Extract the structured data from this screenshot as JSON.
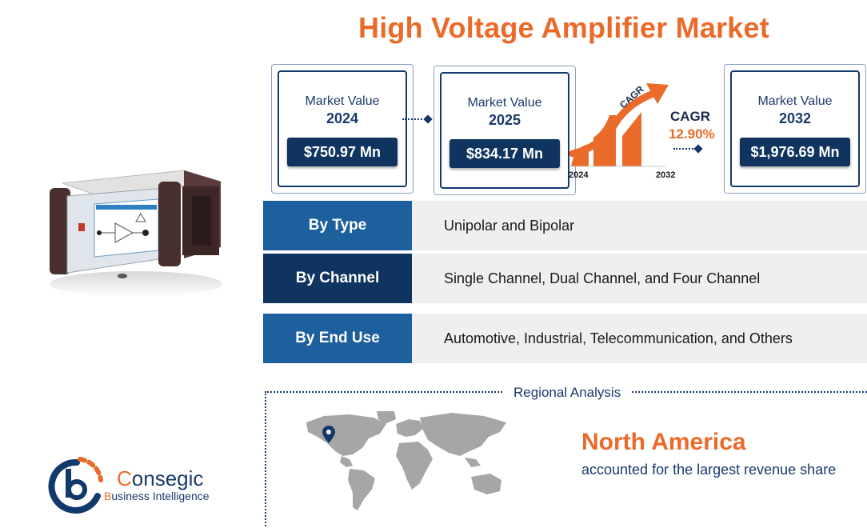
{
  "title": "High Voltage Amplifier Market",
  "market_values": [
    {
      "label": "Market Value",
      "year": "2024",
      "value": "$750.97 Mn"
    },
    {
      "label": "Market Value",
      "year": "2025",
      "value": "$834.17 Mn"
    },
    {
      "label": "Market Value",
      "year": "2032",
      "value": "$1,976.69 Mn"
    }
  ],
  "cagr": {
    "arrow_text": "CAGR",
    "label": "CAGR",
    "value": "12.90%",
    "start_year": "2024",
    "end_year": "2032"
  },
  "segments": [
    {
      "key": "By Type",
      "value": "Unipolar and Bipolar",
      "color": "#1e5f9e"
    },
    {
      "key": "By Channel",
      "value": "Single Channel, Dual Channel, and Four Channel",
      "color": "#0f3460"
    },
    {
      "key": "By End Use",
      "value": "Automotive, Industrial, Telecommunication, and Others",
      "color": "#1e5f9e"
    }
  ],
  "regional": {
    "heading": "Regional Analysis",
    "region": "North America",
    "description": "accounted for the largest revenue share"
  },
  "logo": {
    "name_first_letter": "C",
    "name_rest": "onsegic",
    "sub_first_letter": "B",
    "sub_rest": "usiness Intelligence"
  },
  "colors": {
    "accent_orange": "#ea6a2a",
    "navy": "#0f3460",
    "blue": "#1e5f9e"
  }
}
